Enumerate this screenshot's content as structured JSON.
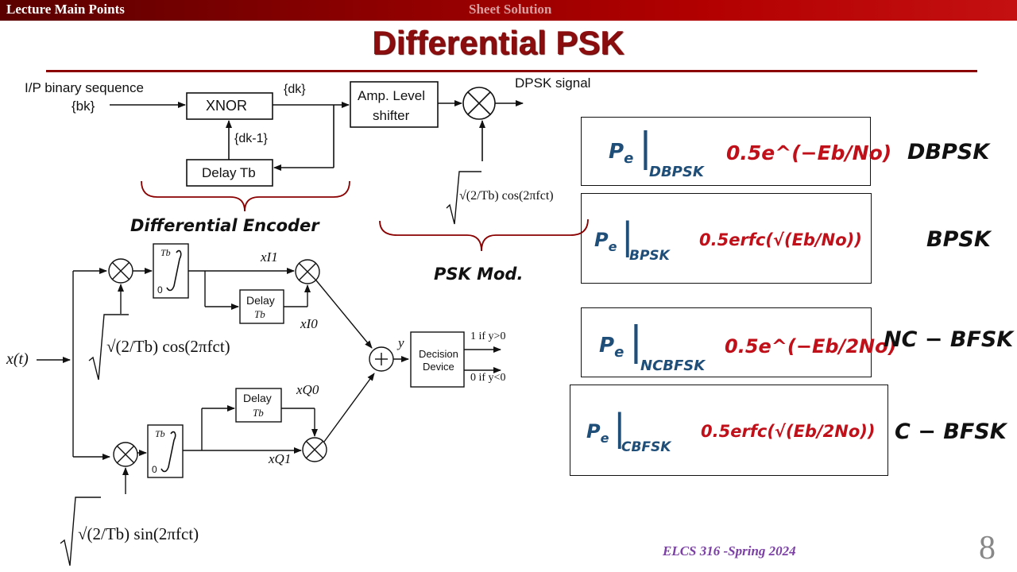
{
  "header": {
    "left_tab": "Lecture Main Points",
    "center_tab": "Sheet Solution"
  },
  "title": "Differential PSK",
  "encoder": {
    "input_label": "I/P binary sequence",
    "input_symbol": "{bk}",
    "xnor_label": "XNOR",
    "dk_label": "{dk}",
    "dk1_label": "{dk-1}",
    "delay_label": "Delay Tb",
    "amp_label_1": "Amp. Level",
    "amp_label_2": "shifter",
    "output_label": "DPSK signal",
    "carrier_label": "√(2/Tb) cos(2πfct)",
    "encoder_caption": "Differential Encoder",
    "mod_caption": "PSK Mod."
  },
  "receiver": {
    "input_label": "x(t)",
    "cos_label": "√(2/Tb) cos(2πfct)",
    "sin_label": "√(2/Tb) sin(2πfct)",
    "integrator_upper": "Tb",
    "integrator_lower": "0",
    "delay_top": "Delay",
    "delay_bottom": "Tb",
    "x_i1": "xI1",
    "x_i0": "xI0",
    "x_q0": "xQ0",
    "x_q1": "xQ1",
    "y_label": "y",
    "decision_1": "Decision",
    "decision_2": "Device",
    "out_one": "1 if y>0",
    "out_zero": "0 if y<0"
  },
  "formulas": [
    {
      "subscript": "DBPSK",
      "expression": "0.5e^(−Eb/No)",
      "scheme": "DBPSK"
    },
    {
      "subscript": "BPSK",
      "expression": "0.5erfc(√(Eb/No))",
      "scheme": "BPSK"
    },
    {
      "subscript": "NCBFSK",
      "expression": "0.5e^(−Eb/2No)",
      "scheme": "NC − BFSK"
    },
    {
      "subscript": "CBFSK",
      "expression": "0.5erfc(√(Eb/2No))",
      "scheme": "C − BFSK"
    }
  ],
  "footer": "ELCS 316 -Spring 2024",
  "page_number": "8",
  "colors": {
    "header_bar": "#8b0000",
    "title": "#8b0d0d",
    "formula_blue": "#1f4e79",
    "formula_red": "#c0101a",
    "footer": "#7b3fa6"
  }
}
